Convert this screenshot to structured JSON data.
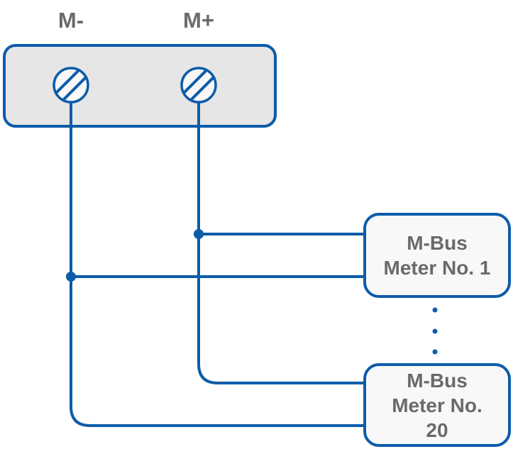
{
  "colors": {
    "wire": "#0d5ca9",
    "label_text": "#6a6a6a",
    "terminal_fill": "#e6e6e6",
    "box_fill": "#f8f8f8",
    "background": "#ffffff"
  },
  "terminal_block": {
    "minus_label": "M-",
    "plus_label": "M+"
  },
  "meters": [
    {
      "label": "M-Bus\nMeter No. 1"
    },
    {
      "label": "M-Bus\nMeter No.\n20"
    }
  ],
  "ellipsis_dot_count": 3
}
